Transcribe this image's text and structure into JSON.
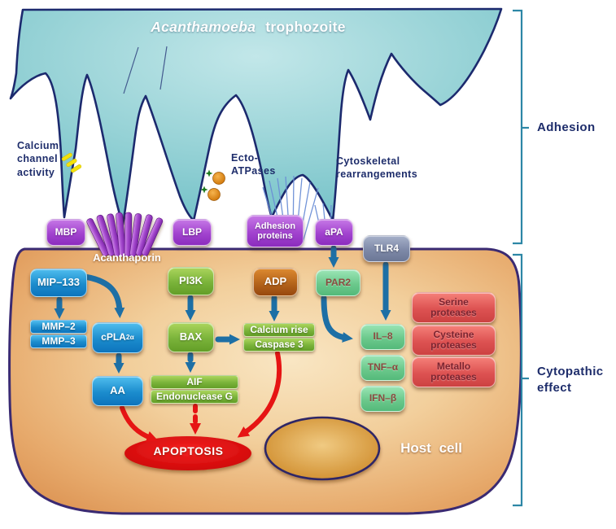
{
  "title": {
    "genus": "Acanthamoeba",
    "stage": "trophozoite"
  },
  "labels": {
    "calcium_channel": "Calcium channel activity",
    "ecto_atpases": "Ecto-ATPases",
    "cytoskeletal": "Cytoskeletal rearrangements",
    "acanthaporin": "Acanthaporin",
    "host_cell": "Host cell",
    "adhesion_bracket": "Adhesion",
    "cytopathic_bracket": "Cytopathic effect"
  },
  "receptors": {
    "mbp": "MBP",
    "lbp": "LBP",
    "adhesion_proteins": "Adhesion proteins",
    "apa": "aPA",
    "tlr4": "TLR4"
  },
  "molecules": {
    "mip133": "MIP–133",
    "mmp2": "MMP–2",
    "mmp3": "MMP–3",
    "cpla_main": "cPLA",
    "cpla_sub": "2α",
    "aa": "AA",
    "pi3k": "PI3K",
    "bax": "BAX",
    "aif": "AIF",
    "endonuclease_g": "Endonuclease G",
    "adp": "ADP",
    "calcium_rise": "Calcium rise",
    "caspase3": "Caspase 3",
    "par2": "PAR2",
    "il8": "IL–8",
    "tnf_alpha": "TNF–α",
    "ifn_beta": "IFN–β",
    "serine_proteases": "Serine proteases",
    "cysteine_proteases": "Cysteine proteases",
    "metallo_proteases": "Metallo proteases",
    "apoptosis": "APOPTOSIS"
  },
  "colors": {
    "amoeba_fill": "#8fd0d4",
    "amoeba_stroke": "#1c2a6e",
    "host_cell_fill": "#ecb97e",
    "host_cell_stroke": "#3a2a72",
    "arrow_teal": "#1d6fa5",
    "arrow_red": "#e61414",
    "bracket_teal": "#2d87a6",
    "receptor_purple": "#a243cf",
    "box_blue": "#1b8ccd",
    "box_green": "#7ab33a",
    "box_mint": "#6cc98c",
    "box_brown": "#b5641b",
    "box_red": "#dd5252",
    "box_gray": "#7e89a8",
    "calcium_channel_yellow": "#f4e20c",
    "ecto_atpase_orange": "#e0891c"
  }
}
